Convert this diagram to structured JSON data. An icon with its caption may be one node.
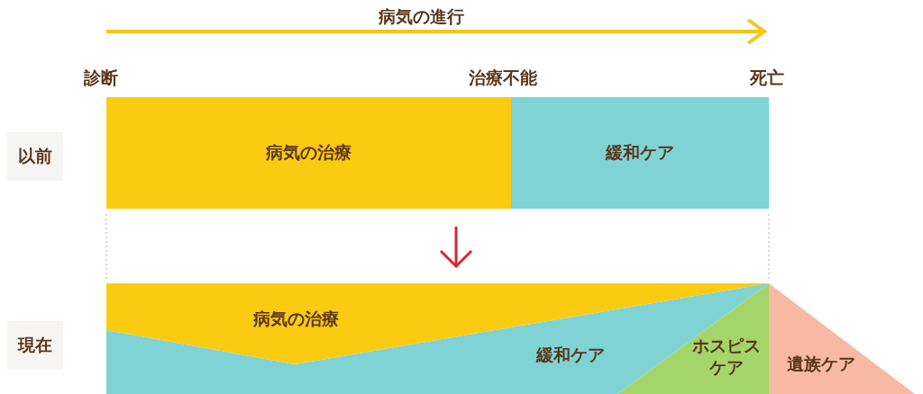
{
  "diagram": {
    "nodes": [
      {
        "text": [
          "病気の治療"
        ]
      },
      {
        "text": [
          "緩和ケア"
        ]
      },
      {
        "text": [
          "病気の治療"
        ]
      },
      {
        "text": [
          "緩和ケア"
        ]
      },
      {
        "text": [
          "ホスピスケア"
        ]
      },
      {
        "text": [
          "遺族ケア"
        ]
      }
    ],
    "labels": [
      "病気の進行",
      "診断",
      "治療不能",
      "死亡",
      "以前",
      "現在"
    ]
  }
}
